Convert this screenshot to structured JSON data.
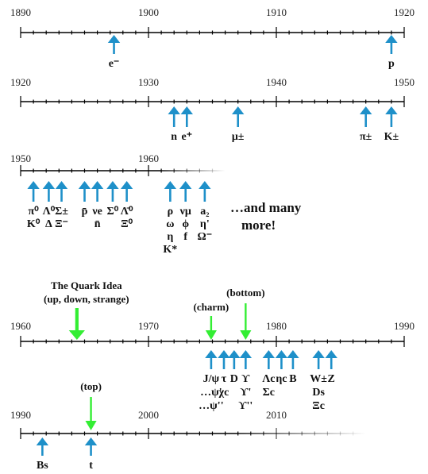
{
  "colors": {
    "axis": "#000000",
    "particle_arrow": "#1e90c9",
    "idea_arrow": "#33ee33",
    "background": "#ffffff"
  },
  "timelines": [
    {
      "labels": [
        "1890",
        "1900",
        "1910",
        "1920"
      ],
      "start": 1890,
      "end": 1920,
      "particles": [
        {
          "year": 1897.3,
          "lines": [
            "e⁻"
          ]
        },
        {
          "year": 1919,
          "lines": [
            "p"
          ]
        }
      ]
    },
    {
      "labels": [
        "1920",
        "1930",
        "1940",
        "1950"
      ],
      "start": 1920,
      "end": 1950,
      "particles": [
        {
          "year": 1932,
          "lines": [
            "n"
          ]
        },
        {
          "year": 1933,
          "lines": [
            "e⁺"
          ]
        },
        {
          "year": 1937,
          "lines": [
            "μ±"
          ]
        },
        {
          "year": 1947,
          "lines": [
            "π±"
          ]
        },
        {
          "year": 1949,
          "lines": [
            "K±"
          ]
        }
      ]
    },
    {
      "labels": [
        "1950",
        "1960"
      ],
      "start": 1950,
      "end": 1960,
      "particles": [
        {
          "year": 1951,
          "lines": [
            "π⁰",
            "K⁰"
          ]
        },
        {
          "year": 1952.2,
          "lines": [
            "Λ⁰",
            "Δ"
          ]
        },
        {
          "year": 1953.2,
          "lines": [
            "Σ±",
            "Ξ⁻"
          ]
        },
        {
          "year": 1955,
          "lines": [
            "p̄"
          ]
        },
        {
          "year": 1956,
          "lines": [
            "νe",
            "n̄"
          ]
        },
        {
          "year": 1957.2,
          "lines": [
            "Σ⁰"
          ]
        },
        {
          "year": 1958.3,
          "lines": [
            "Λ̄⁰",
            "Ξ⁰"
          ]
        },
        {
          "year": 1961.7,
          "lines": [
            "ρ",
            "ω",
            "η",
            "K*"
          ]
        },
        {
          "year": 1962.9,
          "lines": [
            "νμ",
            "ϕ",
            "f"
          ]
        },
        {
          "year": 1964.4,
          "lines": [
            "a₂",
            "η'",
            "Ω⁻"
          ]
        }
      ],
      "more_text": [
        "…and many",
        "more!"
      ]
    },
    {
      "labels": [
        "1960",
        "1970",
        "1980",
        "1990"
      ],
      "start": 1960,
      "end": 1990,
      "annotations": [
        {
          "year": 1964.4,
          "lines": [
            "The Quark Idea",
            "(up, down, strange)"
          ]
        },
        {
          "year": 1974.9,
          "lines": [
            "(charm)"
          ]
        },
        {
          "year": 1977.6,
          "lines": [
            "(bottom)"
          ]
        }
      ],
      "particles": [
        {
          "year": 1974.9,
          "lines": [
            "J/ψ",
            "…ψ'",
            "…ψ''"
          ]
        },
        {
          "year": 1975.9,
          "lines": [
            "τ",
            "χc"
          ]
        },
        {
          "year": 1976.7,
          "lines": [
            "D"
          ]
        },
        {
          "year": 1977.6,
          "lines": [
            "ϒ",
            "ϒ'",
            "ϒ''"
          ]
        },
        {
          "year": 1979.4,
          "lines": [
            "Λc",
            "Σc"
          ]
        },
        {
          "year": 1980.4,
          "lines": [
            "ηc"
          ]
        },
        {
          "year": 1981.3,
          "lines": [
            "B"
          ]
        },
        {
          "year": 1983.3,
          "lines": [
            "W±",
            "Ds",
            "Ξc"
          ]
        },
        {
          "year": 1984.3,
          "lines": [
            "Z"
          ]
        }
      ]
    },
    {
      "labels": [
        "1990",
        "2000",
        "2010"
      ],
      "start": 1990,
      "end": 2010,
      "annotations": [
        {
          "year": 1995.5,
          "lines": [
            "(top)"
          ]
        }
      ],
      "particles": [
        {
          "year": 1991.7,
          "lines": [
            "Bs"
          ]
        },
        {
          "year": 1995.5,
          "lines": [
            "t"
          ]
        }
      ]
    }
  ]
}
